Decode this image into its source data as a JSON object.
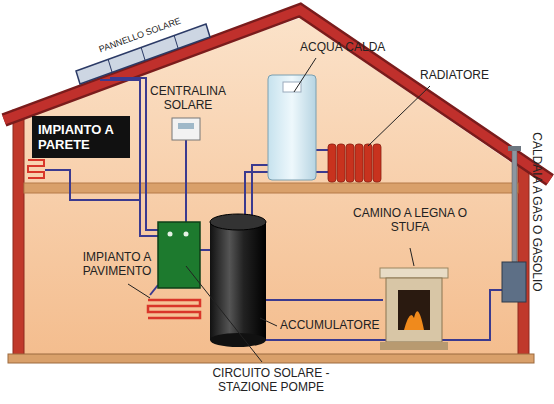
{
  "diagram": {
    "nodes": [
      {
        "text": [
          "IMPIANTO A PARETE"
        ]
      }
    ],
    "labels": [
      "PANNELLO SOLARE",
      "CENTRALINA SOLARE",
      "ACQUA CALDA",
      "RADIATORE",
      "CALDAIA A GAS O GASOLIO",
      "CAMINO A LEGNA O STUFA",
      "IMPIANTO A PAVIMENTO",
      "ACCUMULATORE",
      "CIRCUITO SOLARE - STAZIONE POMPE"
    ]
  }
}
